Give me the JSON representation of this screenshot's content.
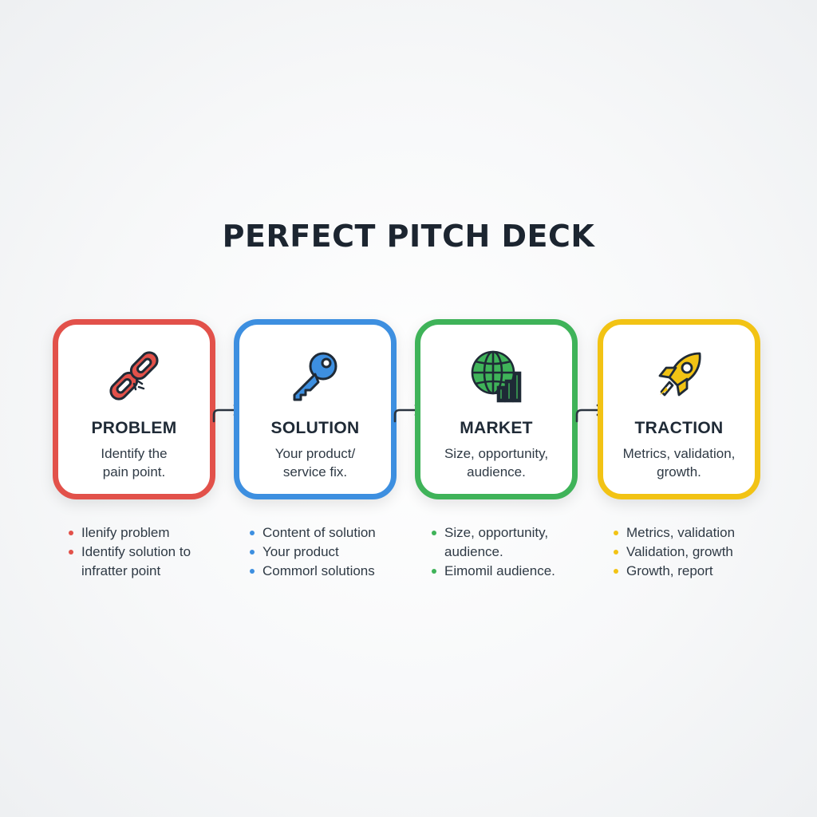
{
  "title": "PERFECT PITCH DECK",
  "colors": {
    "red": "#e2514a",
    "blue": "#3d8fe0",
    "green": "#3fb359",
    "yellow": "#f2c314",
    "text_dark": "#1c2530",
    "arrow": "#2a3440"
  },
  "steps": [
    {
      "icon": "broken-chain-link-icon",
      "heading": "PROBLEM",
      "desc_line1": "Identify the",
      "desc_line2": "pain point.",
      "bullets": [
        "Ilenify problem",
        "Identify solution to infratter point"
      ]
    },
    {
      "icon": "key-icon",
      "heading": "SOLUTION",
      "desc_line1": "Your product/",
      "desc_line2": "service fix.",
      "bullets": [
        "Content of solution",
        "Your product",
        "Commorl solutions"
      ]
    },
    {
      "icon": "globe-bar-chart-icon",
      "heading": "MARKET",
      "desc_line1": "Size, opportunity,",
      "desc_line2": "audience.",
      "bullets": [
        "Size, opportunity, audience.",
        "Eimomil audience."
      ]
    },
    {
      "icon": "rocket-icon",
      "heading": "TRACTION",
      "desc_line1": "Metrics, validation,",
      "desc_line2": "growth.",
      "bullets": [
        "Metrics, validation",
        "Validation, growth",
        "Growth, report"
      ]
    }
  ]
}
